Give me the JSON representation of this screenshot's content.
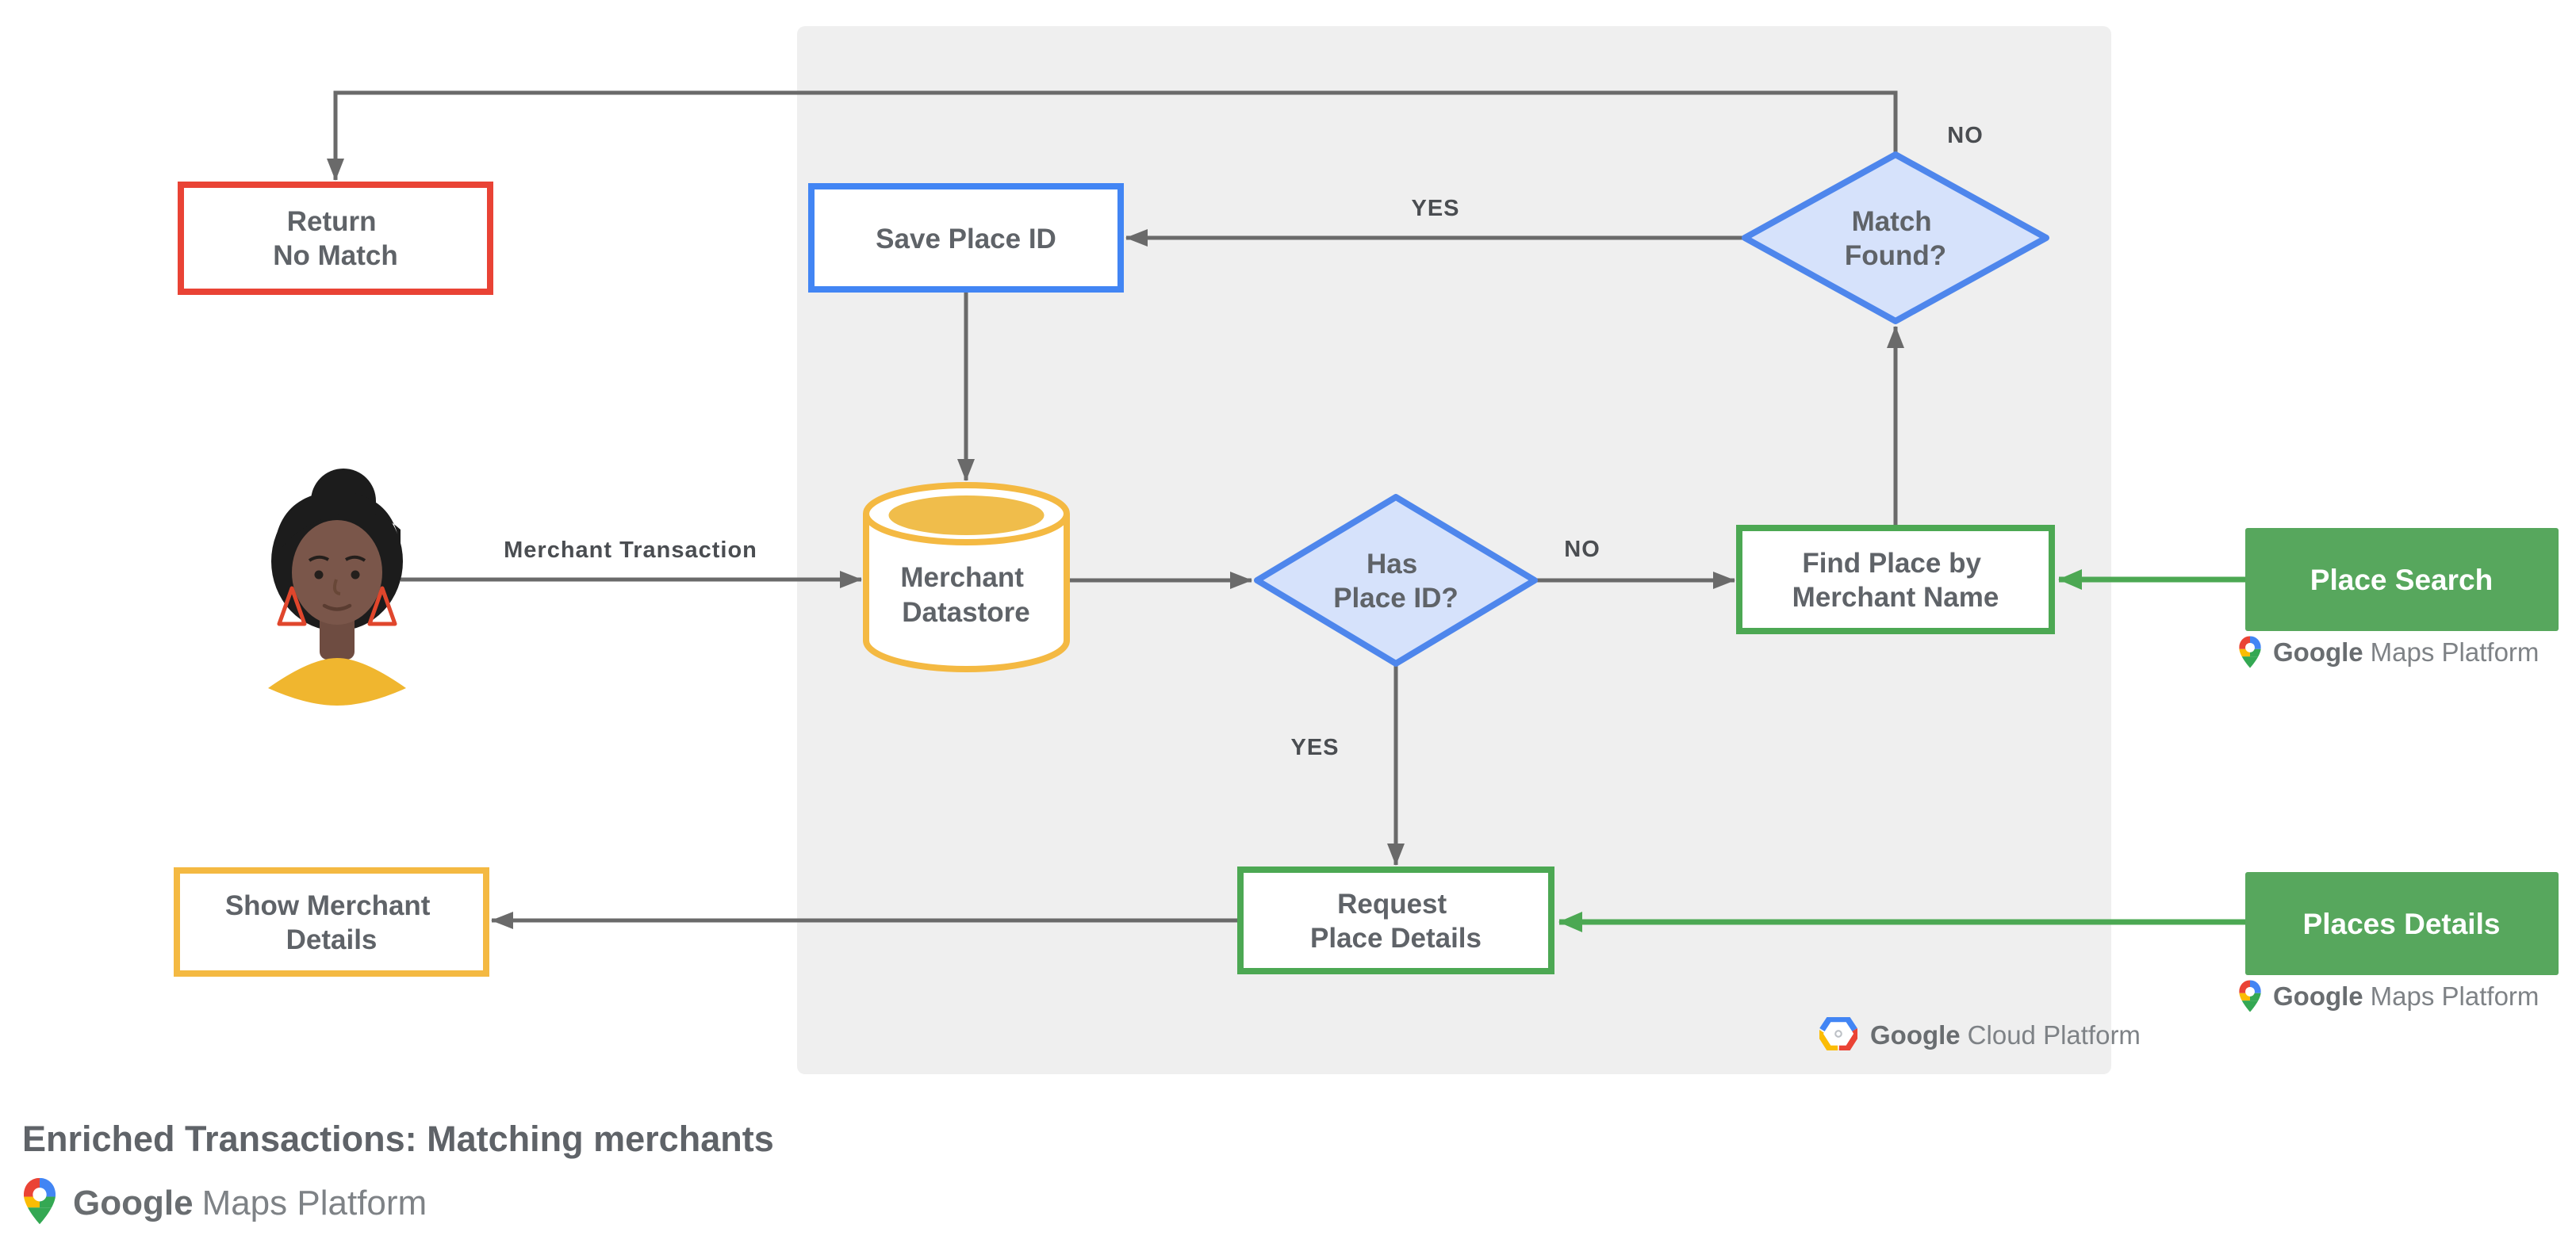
{
  "title": "Enriched Transactions: Matching merchants",
  "colors": {
    "panel_gray": "#EFEFEF",
    "line_gray": "#6A6A6A",
    "text_gray": "#5F6368",
    "red": "#E94335",
    "blue": "#4285F4",
    "blue_diamond_fill": "#D6E2FB",
    "yellow": "#F4B942",
    "green": "#4CA853",
    "green_fill": "#57A75D"
  },
  "nodes": {
    "return_no_match": {
      "line1": "Return",
      "line2": "No Match"
    },
    "save_place_id": {
      "label": "Save Place ID"
    },
    "merchant_datastore": {
      "line1": "Merchant",
      "line2": "Datastore"
    },
    "has_place_id": {
      "line1": "Has",
      "line2": "Place ID?"
    },
    "match_found": {
      "line1": "Match",
      "line2": "Found?"
    },
    "find_place": {
      "line1": "Find Place by",
      "line2": "Merchant Name"
    },
    "request_place_details": {
      "line1": "Request",
      "line2": "Place Details"
    },
    "show_merchant_details": {
      "line1": "Show Merchant",
      "line2": "Details"
    },
    "place_search": {
      "label": "Place Search"
    },
    "places_details": {
      "label": "Places Details"
    }
  },
  "edge_labels": {
    "merchant_transaction": "Merchant Transaction",
    "yes": "YES",
    "no": "NO"
  },
  "logos": {
    "maps_platform": {
      "google": "Google",
      "product": "Maps Platform"
    },
    "cloud_platform": {
      "google": "Google",
      "product": "Cloud Platform"
    }
  }
}
